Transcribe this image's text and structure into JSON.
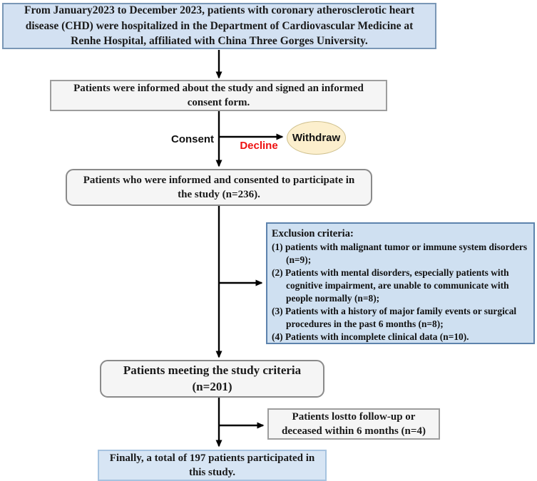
{
  "flow": {
    "period_box": "From January2023 to December 2023, patients with coronary atherosclerotic heart disease (CHD)  were hospitalized in the Department  of Cardiovascular Medicine at Renhe Hospital, affiliated with China Three Gorges University.",
    "informed_box": "Patients were informed about the study and signed an informed consent form.",
    "consent_label": "Consent",
    "decline_label": "Decline",
    "withdraw_label": "Withdraw",
    "consented_box": "Patients who were informed and consented to participate in the study (n=236).",
    "exclusion": {
      "title": "Exclusion criteria:",
      "items": [
        "(1) patients with malignant tumor or immune system disorders  (n=9);",
        "(2) Patients with  mental disorders, especially  patients with cognitive  impairment, are unable to communicate with people normally (n=8);",
        "(3) Patients with a history of major  family events or surgical procedures in the past 6 months (n=8);",
        "(4) Patients with incomplete clinical data (n=10)."
      ]
    },
    "criteria_box": "Patients meeting the study criteria (n=201)",
    "lost_box": "Patients lostto follow-up or deceased within 6 months (n=4)",
    "final_box": "Finally, a total of 197 patients participated in this study.",
    "counts": {
      "consented": 236,
      "excluded_tumor_immune": 9,
      "excluded_mental": 8,
      "excluded_family_surgical": 8,
      "excluded_incomplete_data": 10,
      "meeting_criteria": 201,
      "lost_or_deceased": 4,
      "final_participants": 197
    },
    "colors": {
      "blue_box_fill": "#d3e1f2",
      "blue_box_border": "#7a97b6",
      "exclusion_fill": "#cfe0f1",
      "exclusion_border": "#5d83ad",
      "final_box_fill": "#d7e5f4",
      "final_box_border": "#a6c3e0",
      "gray_fill": "#f5f5f5",
      "gray_border": "#9d9d9d",
      "withdraw_fill": "#fcefcd",
      "withdraw_border": "#cfc08d",
      "decline_red": "#ee1111",
      "arrow_black": "#000000"
    }
  }
}
